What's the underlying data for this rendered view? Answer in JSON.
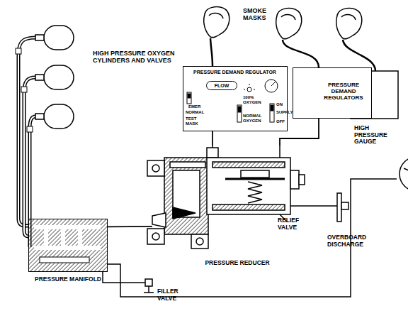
{
  "diagram": {
    "nodes": [
      {
        "text": [
          "PRESSURE DEMAND REGULATOR"
        ]
      },
      {
        "text": [
          "FLOW"
        ],
        "in": 0
      },
      {
        "text": [
          "PRESSURE DEMAND REGULATORS"
        ]
      },
      {
        "text": [
          "PRESSURE MANIFOLD"
        ]
      },
      {
        "text": [
          "PRESSURE REDUCER"
        ]
      }
    ],
    "edges": [
      {
        "from": 3,
        "to": 4,
        "arrow": "none"
      },
      {
        "from": 4,
        "to": 0,
        "arrow": "none"
      },
      {
        "from": 4,
        "to": 2,
        "arrow": "none"
      }
    ],
    "labels": [
      "HIGH PRESSURE OXYGEN CYLINDERS AND VALVES",
      "SMOKE MASKS",
      "EMER",
      "NORMAL",
      "TEST MASK",
      "100% OXYGEN",
      "NORMAL OXYGEN",
      "ON",
      "SUPPLY",
      "OFF",
      "HIGH PRESSURE GAUGE",
      "RELIEF VALVE",
      "OVERBOARD DISCHARGE",
      "FILLER VALVE"
    ]
  }
}
